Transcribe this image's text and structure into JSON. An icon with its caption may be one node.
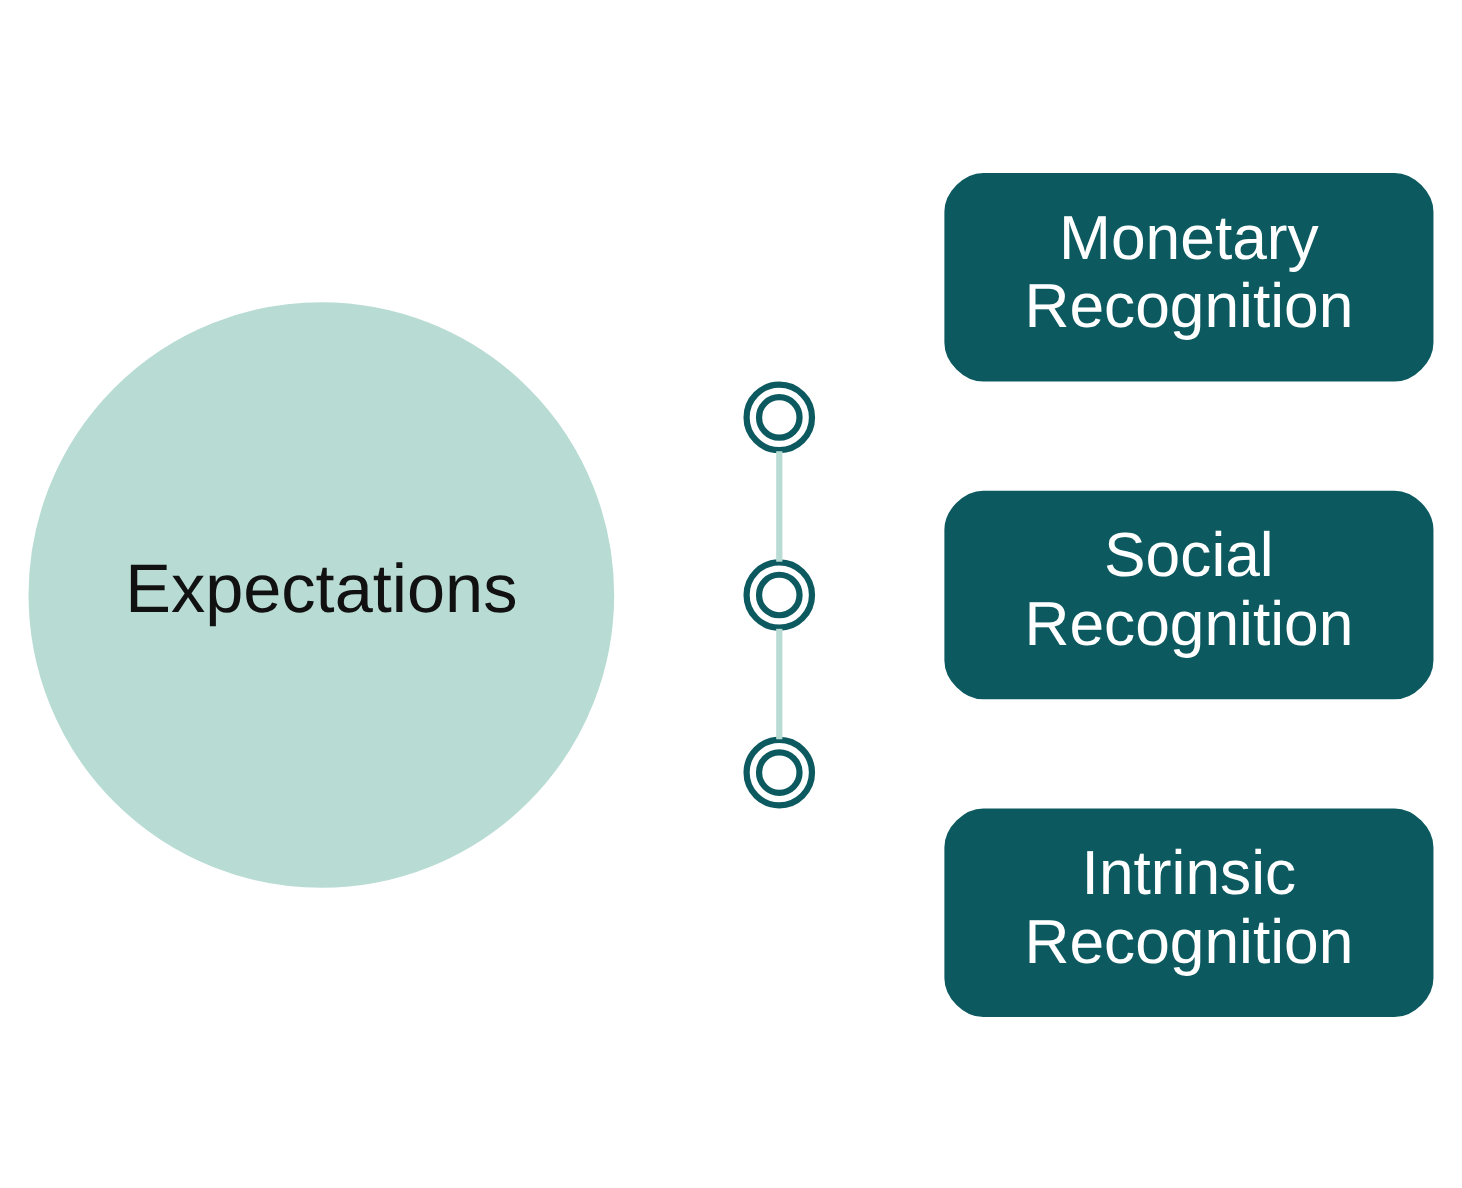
{
  "diagram": {
    "nodes": [
      {
        "text": [
          "Expectations"
        ]
      },
      {
        "text": [],
        "shape": "circle"
      },
      {
        "text": [
          "Monetary Recognition"
        ]
      },
      {
        "text": [],
        "shape": "circle"
      },
      {
        "text": [
          "Social Recognition"
        ]
      },
      {
        "text": [],
        "shape": "circle"
      },
      {
        "text": [
          "Intrinsic Recognition"
        ]
      }
    ],
    "edges": [
      {
        "from": 1,
        "to": 3,
        "arrow": "none",
        "color": "#b8dcd4"
      },
      {
        "from": 3,
        "to": 5,
        "arrow": "none",
        "color": "#b8dcd4"
      }
    ]
  }
}
